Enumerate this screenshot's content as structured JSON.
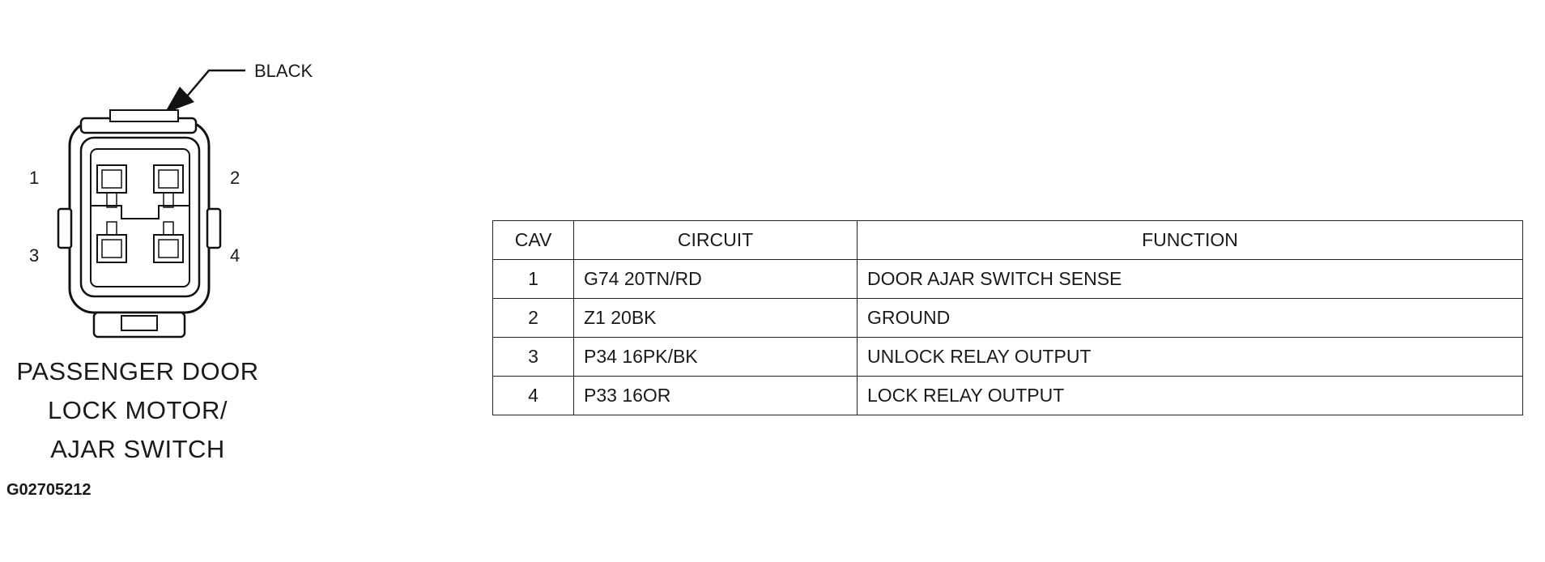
{
  "connector": {
    "color_label": "BLACK",
    "pin_labels": [
      "1",
      "2",
      "3",
      "4"
    ],
    "caption_lines": [
      "PASSENGER DOOR",
      "LOCK MOTOR/",
      "AJAR SWITCH"
    ],
    "figure_id": "G02705212"
  },
  "table": {
    "headers": {
      "cav": "CAV",
      "circuit": "CIRCUIT",
      "function": "FUNCTION"
    },
    "rows": [
      {
        "cav": "1",
        "circuit": "G74 20TN/RD",
        "function": "DOOR AJAR SWITCH SENSE"
      },
      {
        "cav": "2",
        "circuit": "Z1 20BK",
        "function": "GROUND"
      },
      {
        "cav": "3",
        "circuit": "P34 16PK/BK",
        "function": "UNLOCK RELAY OUTPUT"
      },
      {
        "cav": "4",
        "circuit": "P33 16OR",
        "function": "LOCK RELAY OUTPUT"
      }
    ]
  }
}
